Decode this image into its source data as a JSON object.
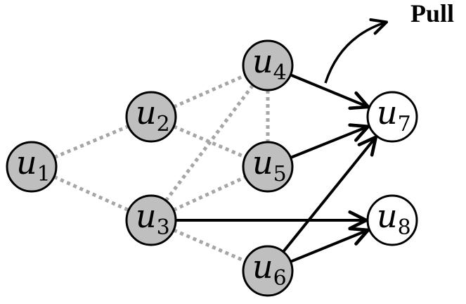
{
  "annotation": {
    "label": "Pull"
  },
  "nodes": [
    {
      "id": "u1",
      "base": "u",
      "sub": "1",
      "style": "filled"
    },
    {
      "id": "u2",
      "base": "u",
      "sub": "2",
      "style": "filled"
    },
    {
      "id": "u3",
      "base": "u",
      "sub": "3",
      "style": "filled"
    },
    {
      "id": "u4",
      "base": "u",
      "sub": "4",
      "style": "filled"
    },
    {
      "id": "u5",
      "base": "u",
      "sub": "5",
      "style": "filled"
    },
    {
      "id": "u6",
      "base": "u",
      "sub": "6",
      "style": "filled"
    },
    {
      "id": "u7",
      "base": "u",
      "sub": "7",
      "style": "hollow"
    },
    {
      "id": "u8",
      "base": "u",
      "sub": "8",
      "style": "hollow"
    }
  ],
  "edges": [
    {
      "from": "u1",
      "to": "u2",
      "style": "dotted"
    },
    {
      "from": "u1",
      "to": "u3",
      "style": "dotted"
    },
    {
      "from": "u2",
      "to": "u4",
      "style": "dotted"
    },
    {
      "from": "u2",
      "to": "u5",
      "style": "dotted"
    },
    {
      "from": "u3",
      "to": "u4",
      "style": "dotted"
    },
    {
      "from": "u3",
      "to": "u5",
      "style": "dotted"
    },
    {
      "from": "u3",
      "to": "u6",
      "style": "dotted"
    },
    {
      "from": "u4",
      "to": "u5",
      "style": "dotted"
    },
    {
      "from": "u4",
      "to": "u7",
      "style": "arrow"
    },
    {
      "from": "u5",
      "to": "u7",
      "style": "arrow"
    },
    {
      "from": "u6",
      "to": "u7",
      "style": "arrow"
    },
    {
      "from": "u3",
      "to": "u8",
      "style": "arrow"
    },
    {
      "from": "u6",
      "to": "u8",
      "style": "arrow"
    }
  ],
  "colors": {
    "filled_node": "#bfbfbf",
    "hollow_node": "#ffffff",
    "node_stroke": "#000000",
    "dotted_edge": "#a6a6a6",
    "arrow_edge": "#000000"
  }
}
